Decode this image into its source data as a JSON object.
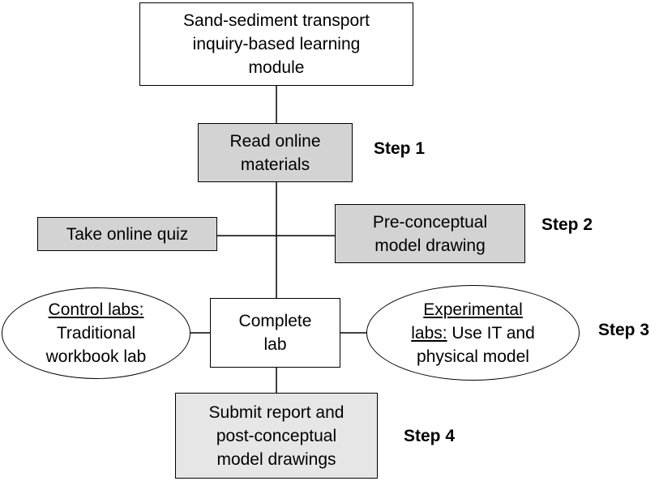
{
  "title_box": {
    "lines": [
      "Sand-sediment transport",
      "inquiry-based learning",
      "module"
    ]
  },
  "step1_box": {
    "lines": [
      "Read online",
      "materials"
    ]
  },
  "quiz_box": {
    "lines": [
      "Take online quiz"
    ]
  },
  "preconceptual_box": {
    "lines": [
      "Pre-conceptual",
      "model drawing"
    ]
  },
  "lab_box": {
    "lines": [
      "Complete",
      "lab"
    ]
  },
  "control_ellipse": {
    "heading": "Control labs:",
    "lines": [
      "Traditional",
      "workbook lab"
    ]
  },
  "experimental_ellipse": {
    "heading_line1": "Experimental",
    "heading_line2": "labs:",
    "line2_rest": " Use IT and",
    "line3": "physical model"
  },
  "submit_box": {
    "lines": [
      "Submit report and",
      "post-conceptual",
      "model drawings"
    ]
  },
  "steps": {
    "step1": "Step 1",
    "step2": "Step 2",
    "step3": "Step 3",
    "step4": "Step 4"
  },
  "colors": {
    "grey_fill": "#d3d3d3",
    "light_grey_fill": "#e6e6e6",
    "stroke": "#000000"
  }
}
